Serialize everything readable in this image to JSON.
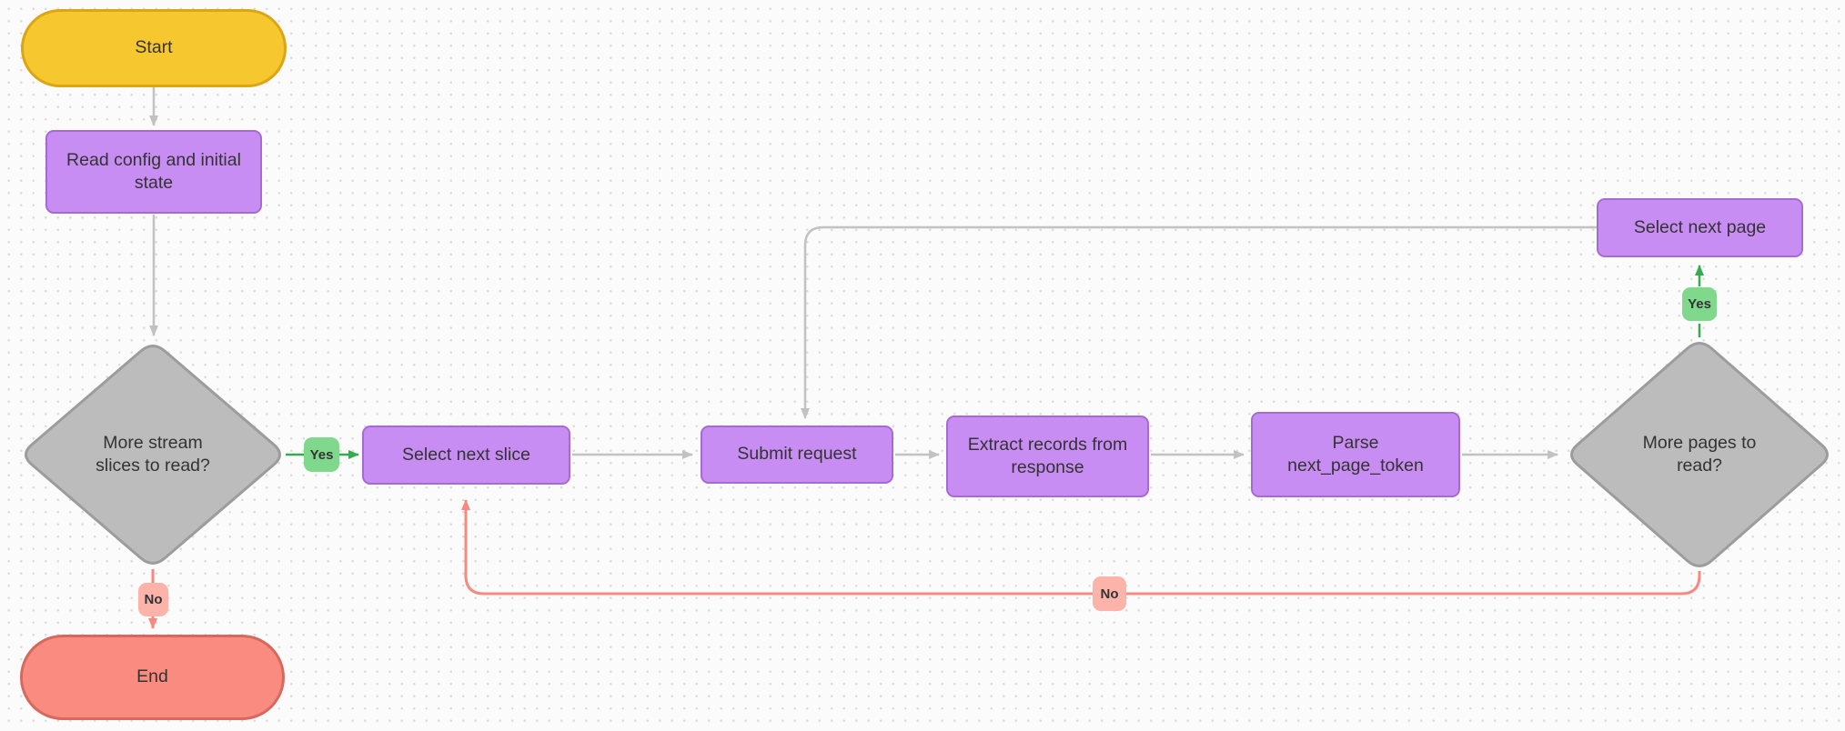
{
  "colors": {
    "canvas-bg": "#FBFBFB",
    "grid-dot": "#DCDCDC",
    "edge-gray": "#C2C2C2",
    "edge-green": "#35AB4F",
    "edge-pink": "#F9897F",
    "start-fill": "#F6C72E",
    "start-stroke": "#DCA513",
    "process-fill": "#C88DF2",
    "process-stroke": "#A56BD2",
    "decision-fill": "#BCBCBC",
    "decision-stroke": "#9C9C9C",
    "end-fill": "#F98B80",
    "end-stroke": "#D6695D",
    "yes-label-bg": "#7FD88B",
    "no-label-bg": "#FBB3AA",
    "text": "#333333"
  },
  "diagram": {
    "type": "flowchart",
    "nodes": [
      {
        "id": "start",
        "shape": "terminator",
        "label": "Start"
      },
      {
        "id": "read-config-and-initial-state",
        "shape": "process",
        "label": "Read config and initial state"
      },
      {
        "id": "more-stream-slices-to-read",
        "shape": "decision",
        "label": "More stream slices to read?"
      },
      {
        "id": "select-next-slice",
        "shape": "process",
        "label": "Select next slice"
      },
      {
        "id": "submit-request",
        "shape": "process",
        "label": "Submit request"
      },
      {
        "id": "extract-records-from-response",
        "shape": "process",
        "label": "Extract records from response"
      },
      {
        "id": "parse-next-page-token",
        "shape": "process",
        "label": "Parse next_page_token"
      },
      {
        "id": "more-pages-to-read",
        "shape": "decision",
        "label": "More pages to read?"
      },
      {
        "id": "select-next-page",
        "shape": "process",
        "label": "Select next page"
      },
      {
        "id": "end",
        "shape": "terminator",
        "label": "End"
      }
    ],
    "edges": [
      {
        "from": "start",
        "to": "read-config-and-initial-state",
        "label": ""
      },
      {
        "from": "read-config-and-initial-state",
        "to": "more-stream-slices-to-read",
        "label": ""
      },
      {
        "from": "more-stream-slices-to-read",
        "to": "select-next-slice",
        "label": "Yes"
      },
      {
        "from": "select-next-slice",
        "to": "submit-request",
        "label": ""
      },
      {
        "from": "submit-request",
        "to": "extract-records-from-response",
        "label": ""
      },
      {
        "from": "extract-records-from-response",
        "to": "parse-next-page-token",
        "label": ""
      },
      {
        "from": "parse-next-page-token",
        "to": "more-pages-to-read",
        "label": ""
      },
      {
        "from": "more-pages-to-read",
        "to": "select-next-page",
        "label": "Yes"
      },
      {
        "from": "select-next-page",
        "to": "submit-request",
        "label": ""
      },
      {
        "from": "more-pages-to-read",
        "to": "select-next-slice",
        "label": "No"
      },
      {
        "from": "more-stream-slices-to-read",
        "to": "end",
        "label": "No"
      }
    ]
  }
}
